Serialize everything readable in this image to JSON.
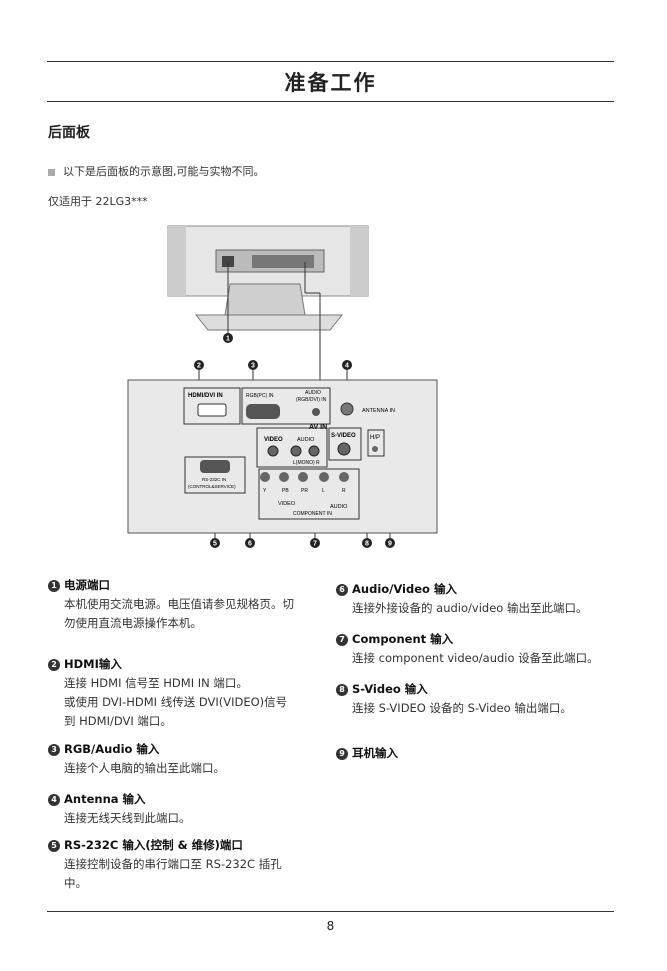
{
  "title": "准备工作",
  "section": "后面板",
  "note": "以下是后面板的示意图,可能与实物不同。",
  "applies": "仅适用于 22LG3***",
  "diagram": {
    "hdmi": "HDMI/DVI IN",
    "rgb": "RGB(PC) IN",
    "audio1": "AUDIO",
    "audio2": "(RGB/DVI) IN",
    "antenna": "ANTENNA IN",
    "avin": "AV IN",
    "svideo": "S-VIDEO",
    "hp": "H/P",
    "video": "VIDEO",
    "audio": "AUDIO",
    "lmono": "L(MONO) R",
    "rs1": "RS-232C IN",
    "rs2": "(CONTROL&SERVICE)",
    "y": "Y",
    "pb": "PB",
    "pr": "PR",
    "l": "L",
    "r": "R",
    "cvideo": "VIDEO",
    "caudio": "AUDIO",
    "component": "COMPONENT IN",
    "callouts": [
      "1",
      "2",
      "3",
      "4",
      "5",
      "6",
      "7",
      "8",
      "9"
    ]
  },
  "items": [
    {
      "n": "1",
      "title": "电源端口",
      "lines": [
        "本机使用交流电源。电压值请参见规格页。切",
        "勿使用直流电源操作本机。"
      ]
    },
    {
      "n": "2",
      "title": "HDMI输入",
      "lines": [
        "连接 HDMI 信号至 HDMI IN 端口。",
        "或使用 DVI-HDMI 线传送 DVI(VIDEO)信号",
        "到 HDMI/DVI 端口。"
      ]
    },
    {
      "n": "3",
      "title": "RGB/Audio 输入",
      "lines": [
        "连接个人电脑的输出至此端口。"
      ]
    },
    {
      "n": "4",
      "title": "Antenna 输入",
      "lines": [
        "连接无线天线到此端口。"
      ]
    },
    {
      "n": "5",
      "title": "RS-232C 输入(控制 & 维修)端口",
      "lines": [
        "连接控制设备的串行端口至 RS-232C 插孔",
        "中。"
      ]
    },
    {
      "n": "6",
      "title": "Audio/Video 输入",
      "lines": [
        "连接外接设备的 audio/video 输出至此端口。"
      ]
    },
    {
      "n": "7",
      "title": "Component 输入",
      "lines": [
        "连接 component video/audio 设备至此端口。"
      ]
    },
    {
      "n": "8",
      "title": "S-Video 输入",
      "lines": [
        "连接 S-VIDEO 设备的 S-Video 输出端口。"
      ]
    },
    {
      "n": "9",
      "title": "耳机输入",
      "lines": []
    }
  ],
  "page": "8"
}
